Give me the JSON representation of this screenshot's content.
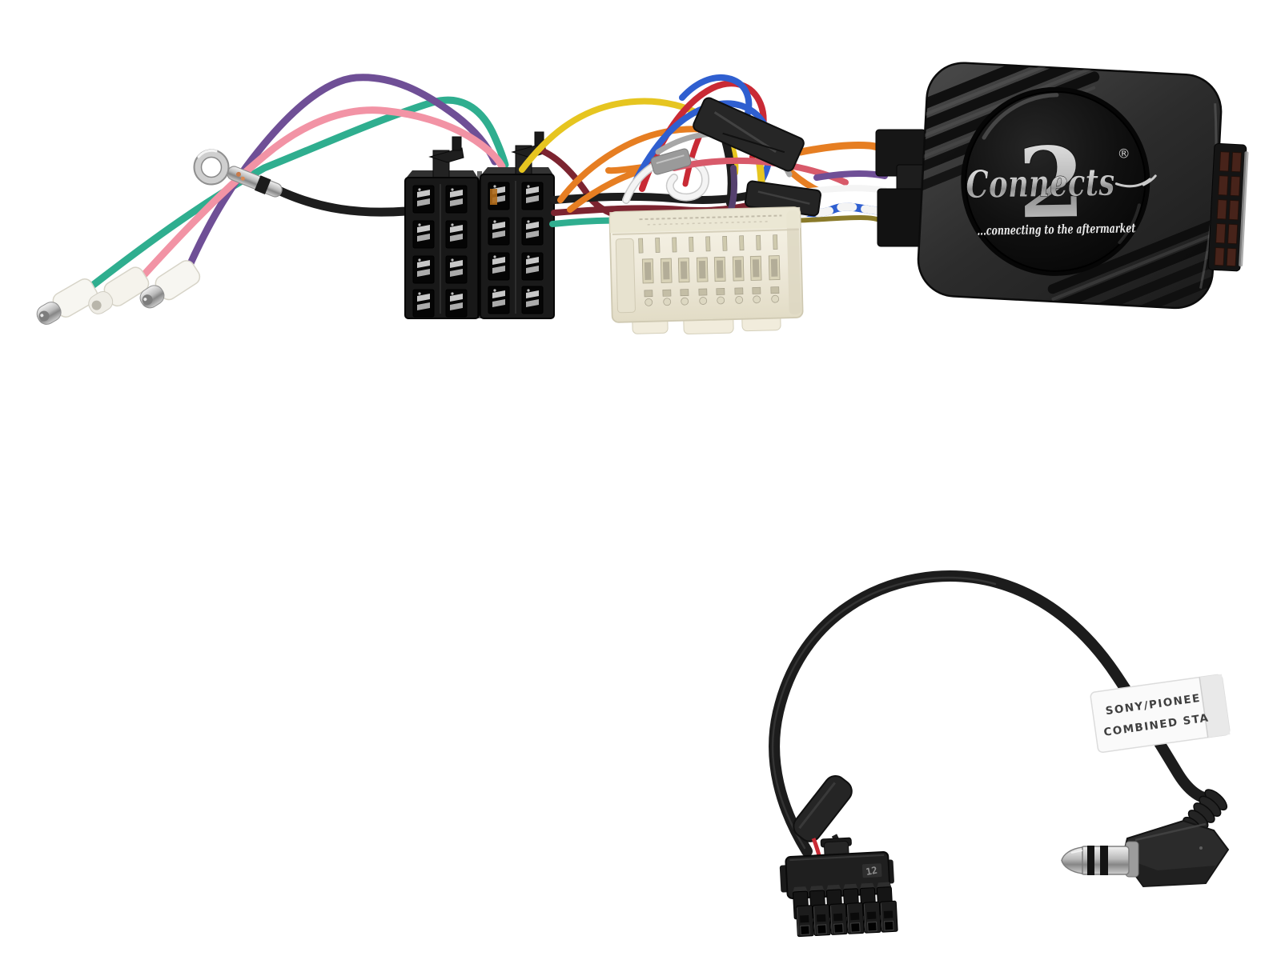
{
  "scene": {
    "background_color": "#ffffff",
    "description": "Product photo of a Connects2 steering wheel control interface kit: wiring harness with ring terminal, bullet terminals, two ISO connectors, vehicle-specific white connector, black interface box, and a separate Sony/Pioneer patch lead with right-angle 3.5mm jack"
  },
  "interface_box": {
    "logo_script": "Connects",
    "logo_numeral": "2",
    "registered_symbol": "®",
    "tagline": "...connecting to the aftermarket",
    "body_color": "#2d2d2d",
    "dome_color": "#0c0c0c",
    "logo_color": "#c9c9c9"
  },
  "harness": {
    "iso_connector_count": 2,
    "iso_connector_color": "#1b1b1b",
    "vehicle_connector_color": "#f1ecdc",
    "ring_terminal_color": "#c6c6c6",
    "wire_colors": {
      "green": "#2fae8f",
      "purple": "#6f4f96",
      "pink": "#f293a5",
      "black": "#1d1d1d",
      "yellow": "#e6c520",
      "orange": "#e67e22",
      "red": "#c92a35",
      "maroon": "#7c2430",
      "blue": "#2f5fd0",
      "white": "#f4f4f4",
      "gray": "#a7a7a7",
      "brown": "#5d3a1d",
      "olive": "#8a7a2a"
    }
  },
  "patch_lead": {
    "label_line1": "SONY/PIONEE",
    "label_line2": "COMBINED STA",
    "connector_marking": "12",
    "cable_color": "#1c1c1c",
    "jack_color": "#c9c9c9"
  }
}
